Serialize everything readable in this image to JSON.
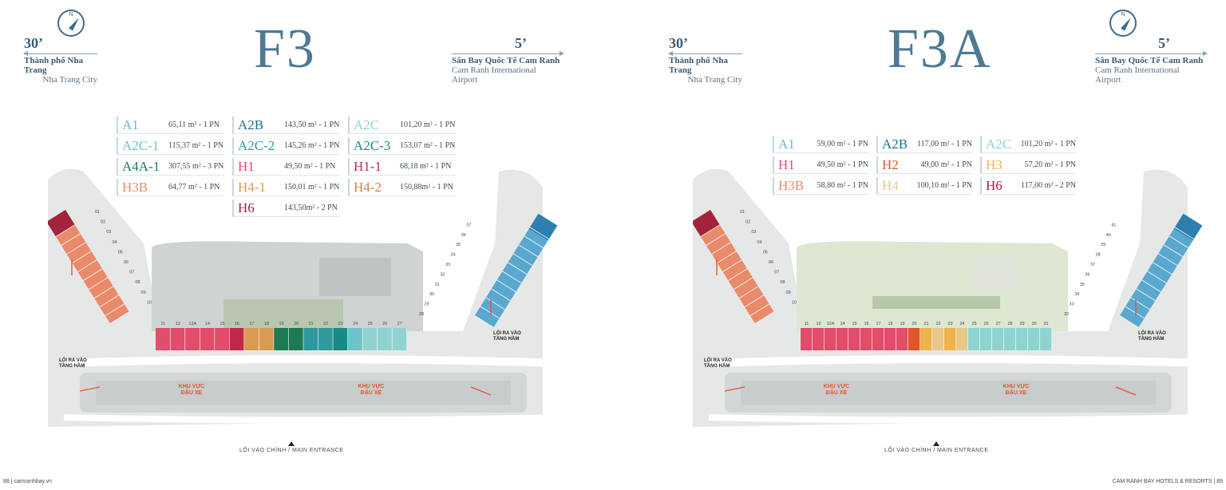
{
  "pages": [
    {
      "title": "F3",
      "left_dir": {
        "minutes": "30’",
        "name_vi": "Thành phố Nha Trang",
        "name_en": "Nha Trang City"
      },
      "right_dir": {
        "minutes": "5’",
        "name_vi": "Sân Bay Quốc Tế Cam Ranh",
        "name_en": "Cam Ranh International Airport"
      },
      "legend": [
        {
          "code": "A1",
          "area": "65,11 m² - 1 PN",
          "color": "#6fb7d4"
        },
        {
          "code": "A2B",
          "area": "143,50 m² - 1 PN",
          "color": "#1f6f92"
        },
        {
          "code": "A2C",
          "area": "101,20 m² - 1 PN",
          "color": "#8fd3d1"
        },
        {
          "code": "A2C-1",
          "area": "115,37 m² - 1 PN",
          "color": "#6ec3c8"
        },
        {
          "code": "A2C-2",
          "area": "145,26 m² - 1 PN",
          "color": "#2f9a9e"
        },
        {
          "code": "A2C-3",
          "area": "153,07 m² - 1 PN",
          "color": "#178a86"
        },
        {
          "code": "A4A-1",
          "area": "307,55 m² - 3 PN",
          "color": "#1c7a55"
        },
        {
          "code": "H1",
          "area": "49,50 m² - 1 PN",
          "color": "#e24d6a"
        },
        {
          "code": "H1-1",
          "area": "68,18 m² - 1 PN",
          "color": "#c02a4a"
        },
        {
          "code": "H3B",
          "area": "64,77 m² - 1 PN",
          "color": "#e98a6a"
        },
        {
          "code": "H4-1",
          "area": "150,01 m² - 1 PN",
          "color": "#d99a52"
        },
        {
          "code": "H4-2",
          "area": "150,88m² - 1 PN",
          "color": "#c5874a"
        },
        {
          "code": "H6",
          "area": "143,50m² - 2 PN",
          "color": "#a3233b"
        }
      ],
      "left_wing_numbers": [
        "01",
        "02",
        "03",
        "04",
        "05",
        "06",
        "07",
        "08",
        "09",
        "10"
      ],
      "bottom_numbers": [
        "11",
        "12",
        "12A",
        "14",
        "15",
        "16",
        "17",
        "18",
        "19",
        "20",
        "21",
        "22",
        "23",
        "24",
        "25",
        "26",
        "27"
      ],
      "right_wing_numbers": [
        "28",
        "29",
        "30",
        "31",
        "32",
        "33",
        "34",
        "35",
        "36",
        "37"
      ],
      "footer": "88 | camranhbay.vn"
    },
    {
      "title": "F3A",
      "left_dir": {
        "minutes": "30’",
        "name_vi": "Thành phố Nha Trang",
        "name_en": "Nha Trang City"
      },
      "right_dir": {
        "minutes": "5’",
        "name_vi": "Sân Bay Quốc Tế Cam Ranh",
        "name_en": "Cam Ranh International Airport"
      },
      "legend": [
        {
          "code": "A1",
          "area": "59,00 m² - 1 PN",
          "color": "#6fb7d4"
        },
        {
          "code": "A2B",
          "area": "117,00 m² - 1 PN",
          "color": "#1f6f92"
        },
        {
          "code": "A2C",
          "area": "101,20 m² - 1 PN",
          "color": "#8fd3d1"
        },
        {
          "code": "H1",
          "area": "49,50 m² - 1 PN",
          "color": "#e24d6a"
        },
        {
          "code": "H2",
          "area": "49,00 m² - 1 PN",
          "color": "#e0552a"
        },
        {
          "code": "H3",
          "area": "57,20 m² - 1 PN",
          "color": "#f0b24a"
        },
        {
          "code": "H3B",
          "area": "58,80 m² - 1 PN",
          "color": "#e98a6a"
        },
        {
          "code": "H4",
          "area": "100,10 m² - 1 PN",
          "color": "#e8c78a"
        },
        {
          "code": "H6",
          "area": "117,00 m² - 2 PN",
          "color": "#a3233b"
        }
      ],
      "left_wing_numbers": [
        "01",
        "02",
        "03",
        "04",
        "05",
        "06",
        "07",
        "08",
        "09",
        "10"
      ],
      "bottom_numbers": [
        "11",
        "12",
        "12A",
        "14",
        "15",
        "16",
        "17",
        "18",
        "19",
        "20",
        "21",
        "22",
        "23",
        "24",
        "25",
        "26",
        "27",
        "28",
        "29",
        "30",
        "31"
      ],
      "right_wing_numbers": [
        "32",
        "33",
        "34",
        "35",
        "36",
        "37",
        "38",
        "39",
        "40",
        "41"
      ],
      "footer": "CAM RANH BAY HOTELS & RESORTS | 89"
    }
  ],
  "labels": {
    "ramp_left_1": "LỐI RA VÀO",
    "ramp_left_2": "TẦNG HẦM",
    "ramp_right_1": "LỐI RA VÀO",
    "ramp_right_2": "TẦNG HẦM",
    "parking_1": "KHU VỰC",
    "parking_2": "ĐẬU XE",
    "entrance": "LỐI VÀO CHÍNH / MAIN ENTRANCE",
    "compass_letter": "N"
  },
  "colors": {
    "title": "#4e7a93",
    "site_ground": "#d9dcdc",
    "courtyard_green": "#dde7d2",
    "parking_arrow": "#e2552a"
  }
}
